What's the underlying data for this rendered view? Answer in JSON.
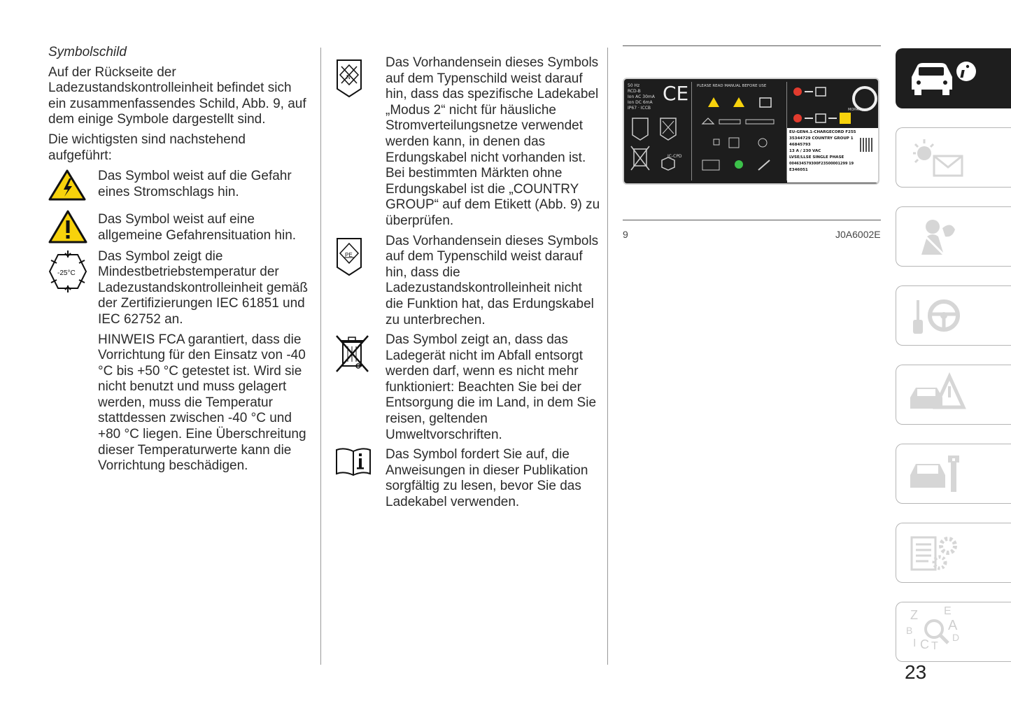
{
  "col1": {
    "heading": "Symbolschild",
    "intro": "Auf der Rückseite der Ladezustandskontrolleinheit befindet sich ein zusammenfassendes Schild, Abb. 9, auf dem einige Symbole dargestellt sind.",
    "intro2": "Die wichtigsten sind nachstehend aufgeführt:",
    "symbols": [
      {
        "text": "Das Symbol weist auf die Gefahr eines Stromschlags hin."
      },
      {
        "text": "Das Symbol weist auf eine allgemeine Gefahrensituation hin."
      },
      {
        "text": "Das Symbol zeigt die Mindestbetriebstemperatur der Ladezustandskontrolleinheit gemäß der Zertifizierungen IEC 61851 und IEC 62752 an.",
        "icon_label": "-25°C"
      }
    ],
    "note": "HINWEIS FCA garantiert, dass die Vorrichtung für den Einsatz von -40 °C bis +50 °C getestet ist. Wird sie nicht benutzt und muss gelagert werden, muss die Temperatur stattdessen zwischen -40 °C und +80 °C liegen. Eine Überschreitung dieser Temperaturwerte kann die Vorrichtung beschädigen."
  },
  "col2": {
    "symbols": [
      {
        "text": "Das Vorhandensein dieses Symbols auf dem Typenschild weist darauf hin, dass das spezifische Ladekabel „Modus 2“ nicht für häusliche Stromverteilungsnetze verwendet werden kann, in denen das Erdungskabel nicht vorhanden ist. Bei bestimmten Märkten ohne Erdungskabel ist die „COUNTRY GROUP“ auf dem Etikett (Abb. 9) zu überprüfen.",
        "icon_label": "N"
      },
      {
        "text": "Das Vorhandensein dieses Symbols auf dem Typenschild weist darauf hin, dass die Ladezustandskontrolleinheit nicht die Funktion hat, das Erdungskabel zu unterbrechen.",
        "icon_label": "PE"
      },
      {
        "text": "Das Symbol zeigt an, dass das Ladegerät nicht im Abfall entsorgt werden darf, wenn es nicht mehr funktioniert: Beachten Sie bei der Entsorgung die im Land, in dem Sie reisen, geltenden Umweltvorschriften."
      },
      {
        "text": "Das Symbol fordert Sie auf, die Anweisungen in dieser Publikation sorgfältig zu lesen, bevor Sie das Ladekabel verwenden."
      }
    ]
  },
  "figure": {
    "number": "9",
    "code": "J0A6002E",
    "label": {
      "left_lines": [
        "50 Hz",
        "RCD-B",
        "Ion AC 30mA",
        "Ion DC 6mA",
        "IP67 · ICCB"
      ],
      "ce": "CE",
      "please_read": "PLEASE READ MANUAL BEFORE USE",
      "ic_cpd": "IC-CPD",
      "brand": "MOPAR",
      "spec_lines": [
        "EU-GEN4.1-CHARGECORD    F255",
        "35344729      COUNTRY GROUP 1",
        "46845793",
        "13 A / 230 VAC",
        "LVSE/LLSE SINGLE PHASE",
        "004634579300F23500001299 19",
        "E346051"
      ]
    }
  },
  "sidebar": {
    "tabs": [
      {
        "icon": "car-info-icon",
        "active": true
      },
      {
        "icon": "warning-lights-icon",
        "active": false
      },
      {
        "icon": "safety-airbag-icon",
        "active": false
      },
      {
        "icon": "key-steering-icon",
        "active": false
      },
      {
        "icon": "car-emergency-icon",
        "active": false
      },
      {
        "icon": "car-maintenance-icon",
        "active": false
      },
      {
        "icon": "technical-data-icon",
        "active": false
      },
      {
        "icon": "alphabetical-index-icon",
        "active": false
      }
    ],
    "index_letters": [
      "Z",
      "E",
      "A",
      "D",
      "B",
      "C",
      "T",
      "I"
    ]
  },
  "page_number": "23"
}
